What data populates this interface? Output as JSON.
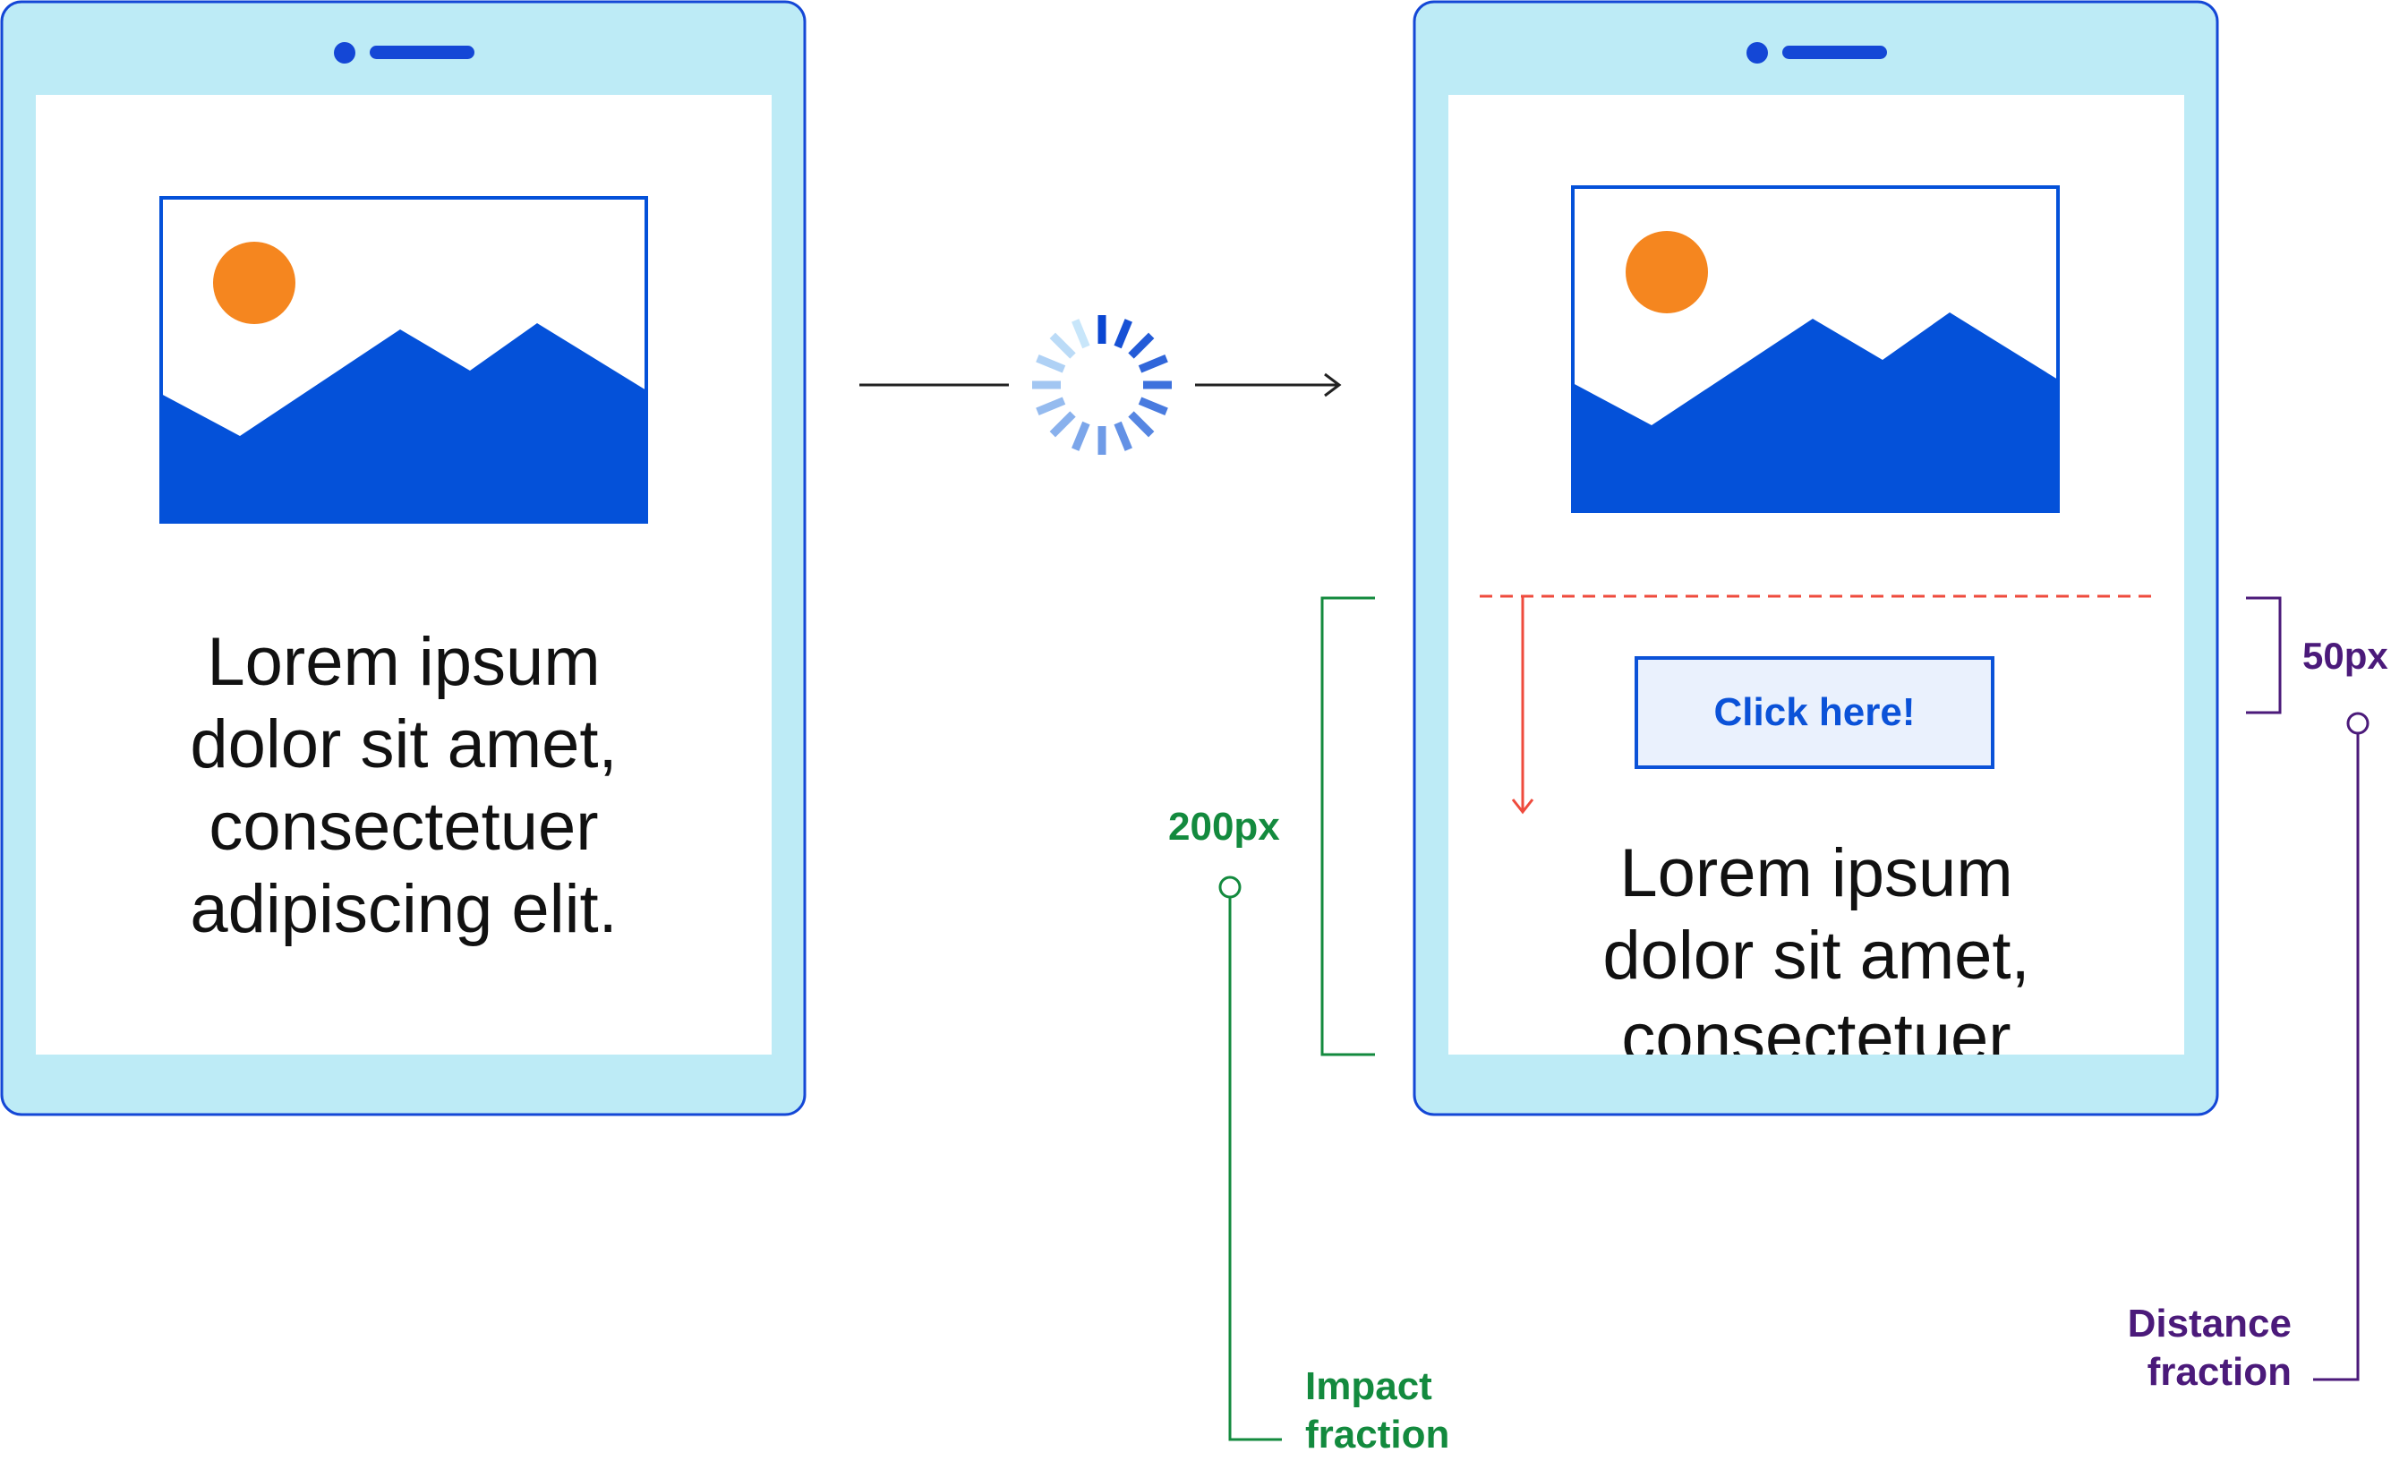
{
  "before_screen": {
    "body_text_lines": [
      "Lorem ipsum",
      "dolor sit amet,",
      "consectetuer",
      "adipiscing elit."
    ]
  },
  "after_screen": {
    "button_label": "Click here!",
    "body_text_lines": [
      "Lorem ipsum",
      "dolor sit amet,",
      "consectetuer"
    ]
  },
  "annotations": {
    "impact_distance": "200px",
    "move_distance": "50px",
    "impact_caption_lines": [
      "Impact",
      "fraction"
    ],
    "distance_caption_lines": [
      "Distance",
      "fraction"
    ]
  },
  "colors": {
    "device_fill": "#bdebf6",
    "device_outline": "#1447d6",
    "image_blue": "#0451d9",
    "sun_orange": "#f5861f",
    "shift_red": "#ef4b3d",
    "impact_green": "#138a3e",
    "distance_purple": "#4b1a7a"
  },
  "icons": {
    "loading": "loading-spinner-icon",
    "arrow": "right-arrow-icon"
  }
}
